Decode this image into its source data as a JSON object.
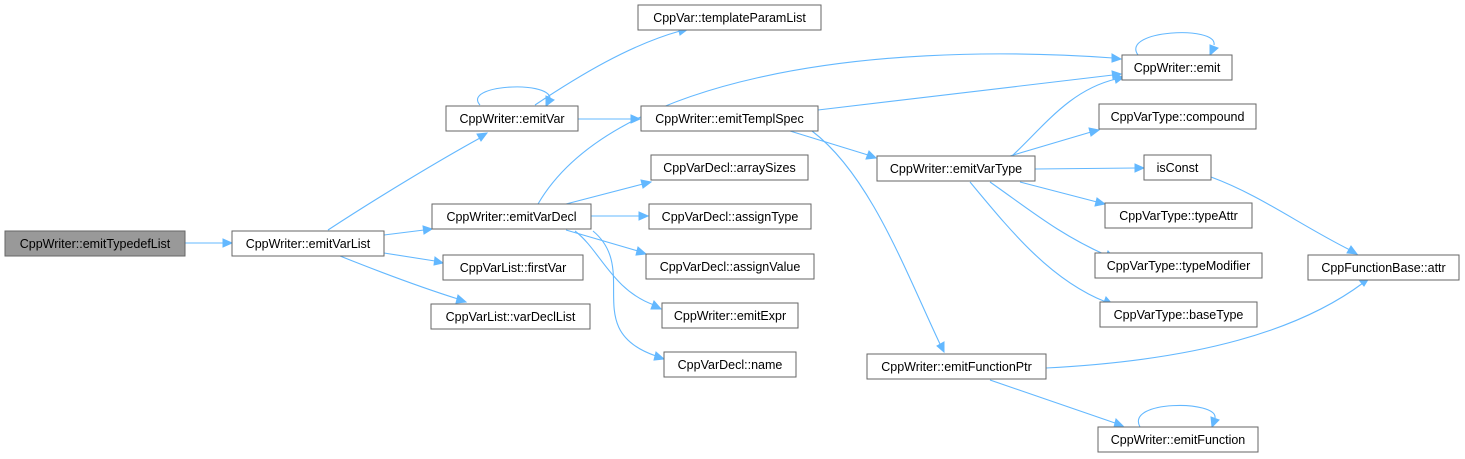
{
  "colors": {
    "edge": "#63b8ff",
    "node_fill": "#ffffff",
    "node_border": "#666666",
    "focus_fill": "#999999",
    "text": "#000000"
  },
  "nodes": {
    "emitTypedefList": "CppWriter::emitTypedefList",
    "emitVarList": "CppWriter::emitVarList",
    "emitVar": "CppWriter::emitVar",
    "emitVarDecl": "CppWriter::emitVarDecl",
    "firstVar": "CppVarList::firstVar",
    "varDeclList": "CppVarList::varDeclList",
    "templateParamList": "CppVar::templateParamList",
    "emitTemplSpec": "CppWriter::emitTemplSpec",
    "arraySizes": "CppVarDecl::arraySizes",
    "assignType": "CppVarDecl::assignType",
    "assignValue": "CppVarDecl::assignValue",
    "emitExpr": "CppWriter::emitExpr",
    "declName": "CppVarDecl::name",
    "emit": "CppWriter::emit",
    "emitVarType": "CppWriter::emitVarType",
    "emitFunctionPtr": "CppWriter::emitFunctionPtr",
    "compound": "CppVarType::compound",
    "isConst": "isConst",
    "typeAttr": "CppVarType::typeAttr",
    "typeModifier": "CppVarType::typeModifier",
    "baseType": "CppVarType::baseType",
    "emitFunction": "CppWriter::emitFunction",
    "attr": "CppFunctionBase::attr"
  }
}
